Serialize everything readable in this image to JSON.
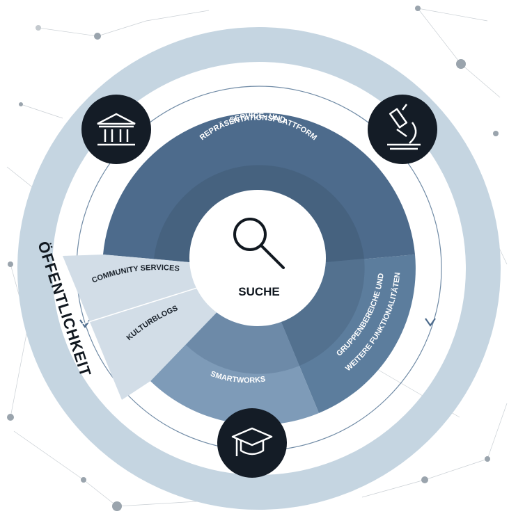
{
  "center": {
    "label": "SUCHE",
    "icon": "search-icon"
  },
  "segments": {
    "service_line1": "SERVICE- UND",
    "service_line2": "REPRÄSENTATIONSPLATTFORM",
    "gruppen_line1": "GRUPPENBEREICHE UND",
    "gruppen_line2": "WEITERE FUNKTIONALITÄTEN",
    "smartworks": "SMARTWORKS",
    "community": "COMMUNITY SERVICES",
    "kulturblogs": "KULTURBLOGS"
  },
  "outer_ring_label": "ÖFFENTLICHKEIT",
  "badges": [
    {
      "name": "institution",
      "icon": "museum-building-icon"
    },
    {
      "name": "science",
      "icon": "microscope-icon"
    },
    {
      "name": "education",
      "icon": "graduation-cap-icon"
    }
  ],
  "colors": {
    "outer_ring": "#c5d5e1",
    "main_dark": "#4d6b8c",
    "inner_dark": "#46627f",
    "gruppen": "#5c7d9d",
    "smartworks": "#7e9bb8",
    "smartworks_inner": "#6d8aa8",
    "light_sector": "#d2dde7",
    "badge": "#141c26",
    "network": "#9aa4ad"
  }
}
